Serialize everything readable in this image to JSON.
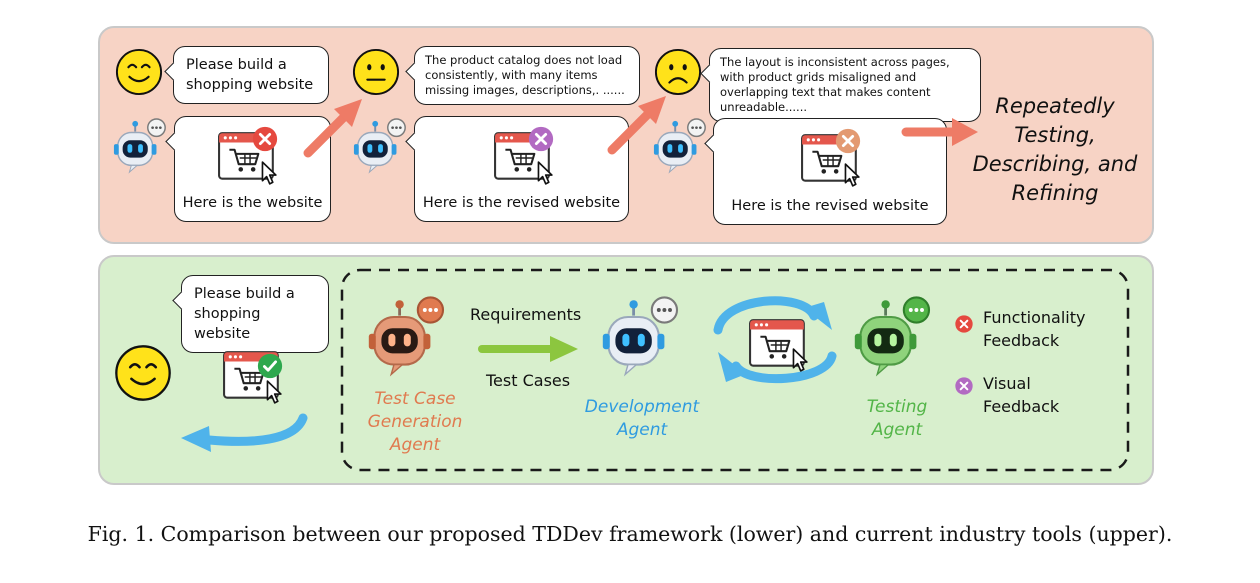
{
  "top": {
    "user_request": "Please build a shopping website",
    "reply_1": "Here is the website",
    "feedback_1": "The product catalog does not load consistently, with many items missing images, descriptions,. ......",
    "reply_2": "Here is the revised website",
    "feedback_2": "The layout is inconsistent across pages, with product grids misaligned and overlapping text that makes content unreadable......",
    "reply_3": "Here is the revised website",
    "outcome": "Repeatedly Testing, Describing, and Refining"
  },
  "bottom": {
    "user_request": "Please build a shopping website",
    "requirements_label": "Requirements",
    "test_cases_label": "Test Cases",
    "test_case_agent": "Test Case Generation Agent",
    "development_agent": "Development Agent",
    "testing_agent": "Testing Agent",
    "functionality_feedback": "Functionality Feedback",
    "visual_feedback": "Visual Feedback"
  },
  "caption": "Fig. 1.  Comparison between our proposed TDDev framework (lower) and current industry tools (upper).",
  "colors": {
    "top_panel": "#f7d3c5",
    "bottom_panel": "#d8efcd",
    "red_arrow": "#ee7b66",
    "green_arrow": "#8cc63f",
    "blue_arrow": "#4fb3ea",
    "test_case_agent": "#e07a4f",
    "development_agent": "#2f9be0",
    "testing_agent": "#53b548",
    "error_red": "#e5493f",
    "visual_purple": "#b26ac2",
    "success_green": "#2ea84e"
  },
  "icons": {
    "user": "smiley-face-icon",
    "user_neutral": "neutral-face-icon",
    "user_sad": "sad-face-icon",
    "bot": "robot-icon",
    "website": "shopping-cart-window-icon",
    "error": "red-x-icon",
    "visual": "purple-x-icon",
    "stale": "orange-x-icon",
    "success": "green-check-icon"
  }
}
